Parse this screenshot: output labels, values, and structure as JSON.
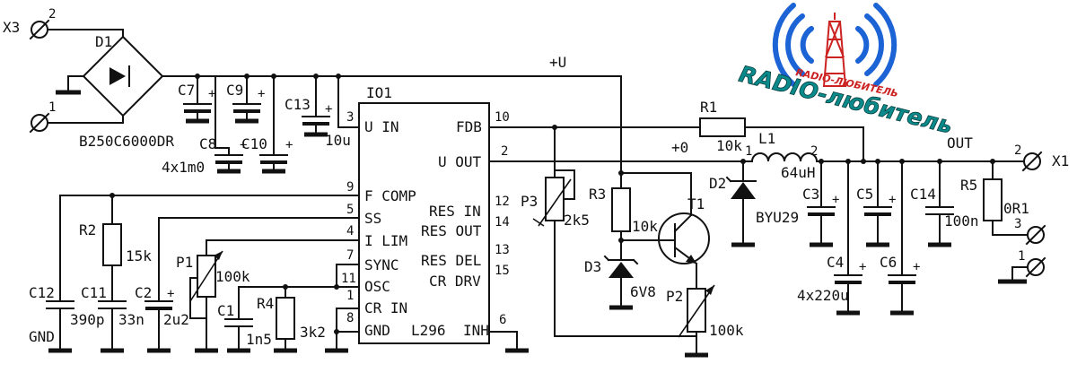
{
  "diagram": {
    "rails": {
      "supply": "+U",
      "output_rail": "+0",
      "out": "OUT",
      "ground": "GND"
    },
    "connectors": {
      "x3": {
        "name": "X3",
        "pin_top": "2",
        "pin_bottom": "1"
      },
      "x1": {
        "name": "X1",
        "pin_out": "2",
        "pin_mid": "3",
        "pin_bottom": "1"
      }
    },
    "bridge": {
      "ref": "D1",
      "part": "B250C6000DR"
    },
    "ic": {
      "ref": "IO1",
      "part": "L296",
      "left_pins": [
        {
          "num": "3",
          "name": "U IN"
        },
        {
          "num": "9",
          "name": "F COMP"
        },
        {
          "num": "5",
          "name": "SS"
        },
        {
          "num": "4",
          "name": "I LIM"
        },
        {
          "num": "7",
          "name": "SYNC"
        },
        {
          "num": "11",
          "name": "OSC"
        },
        {
          "num": "1",
          "name": "CR IN"
        },
        {
          "num": "8",
          "name": "GND"
        }
      ],
      "right_pins": [
        {
          "num": "10",
          "name": "FDB"
        },
        {
          "num": "2",
          "name": "U OUT"
        },
        {
          "num": "12",
          "name": "RES IN"
        },
        {
          "num": "14",
          "name": "RES OUT"
        },
        {
          "num": "13",
          "name": "RES DEL"
        },
        {
          "num": "15",
          "name": "CR DRV"
        },
        {
          "num": "6",
          "name": "INH"
        }
      ]
    },
    "components": {
      "c7": "C7",
      "c9": "C9",
      "c8": "C8",
      "c10": "C10",
      "c_bank_value": "4x1m0",
      "c13": "C13",
      "c13_value": "10u",
      "c12": "C12",
      "c12_value": "390p",
      "c11": "C11",
      "c11_value": "33n",
      "c2": "C2",
      "c2_value": "2u2",
      "c1": "C1",
      "c1_value": "1n5",
      "r2": "R2",
      "r2_value": "15k",
      "p1": "P1",
      "p1_value": "100k",
      "r4": "R4",
      "r4_value": "3k2",
      "p3": "P3",
      "p3_value": "2k5",
      "r3": "R3",
      "r3_value": "10k",
      "d3": "D3",
      "d3_value": "6V8",
      "t1": "T1",
      "p2": "P2",
      "p2_value": "100k",
      "r1": "R1",
      "r1_value": "10k",
      "l1": "L1",
      "l1_value": "64uH",
      "l1_pin1": "1",
      "l1_pin2": "2",
      "d2": "D2",
      "d2_value": "BYU29",
      "c3": "C3",
      "c4": "C4",
      "c5": "C5",
      "c6": "C6",
      "c_out_value": "4x220u",
      "c14": "C14",
      "c14_value": "100n",
      "r5": "R5",
      "r5_value": "0R1"
    },
    "logo": {
      "text": "RADIO-любитель",
      "small_text": "RADIO-ЛЮБИТЕЛЬ",
      "colors": {
        "waves": "#1c63d6",
        "text": "#0a8a8a",
        "tower": "#cc2222"
      }
    }
  }
}
